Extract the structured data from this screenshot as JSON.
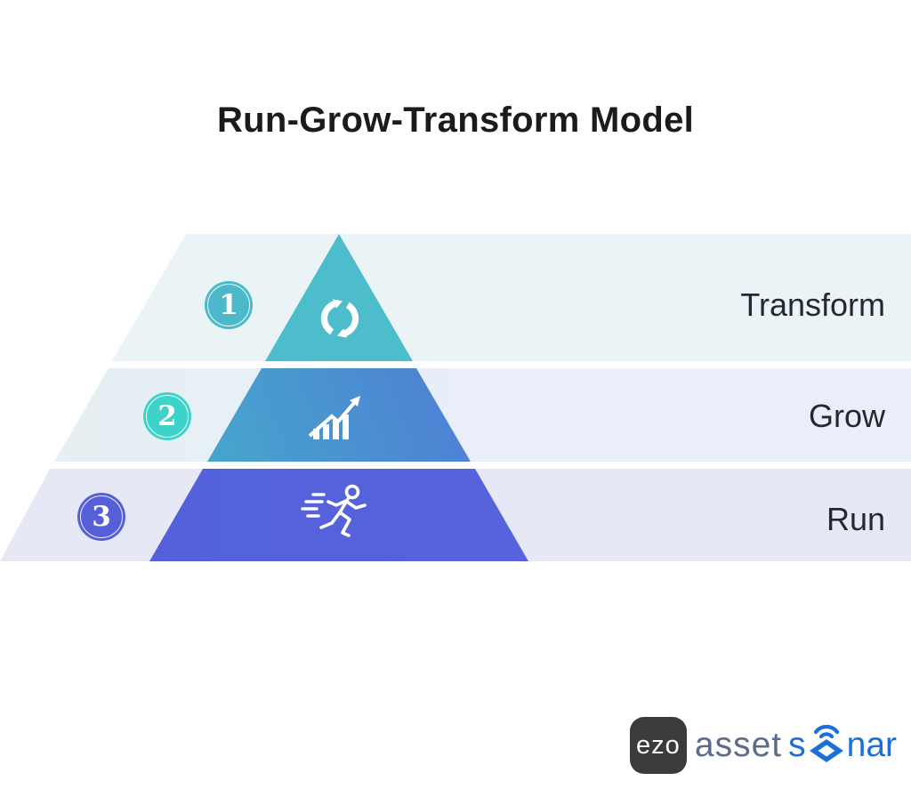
{
  "title": "Run-Grow-Transform Model",
  "levels": [
    {
      "number": "1",
      "label": "Transform",
      "icon": "refresh-cycle-icon",
      "circle_color": "#4bb9c9",
      "band_color": "#eaf4f6",
      "tier_color": "#4ebdcb"
    },
    {
      "number": "2",
      "label": "Grow",
      "icon": "growth-chart-icon",
      "circle_color": "#3ed3c8",
      "band_color": "#e9eef9",
      "tier_gradient_start": "#41bcc6",
      "tier_gradient_end": "#5561dc"
    },
    {
      "number": "3",
      "label": "Run",
      "icon": "runner-icon",
      "circle_color": "#5560d8",
      "band_color": "#e7e8f6",
      "tier_color": "#5663dc"
    }
  ],
  "logo": {
    "ezo_text": "ezo",
    "asset_text": "asset",
    "sonar_prefix": "s",
    "sonar_suffix": "nar",
    "sonar_icon": "sonar-cube-icon",
    "box_color": "#3b3b3b",
    "asset_color": "#5c6b87",
    "sonar_color": "#1a70d8"
  }
}
